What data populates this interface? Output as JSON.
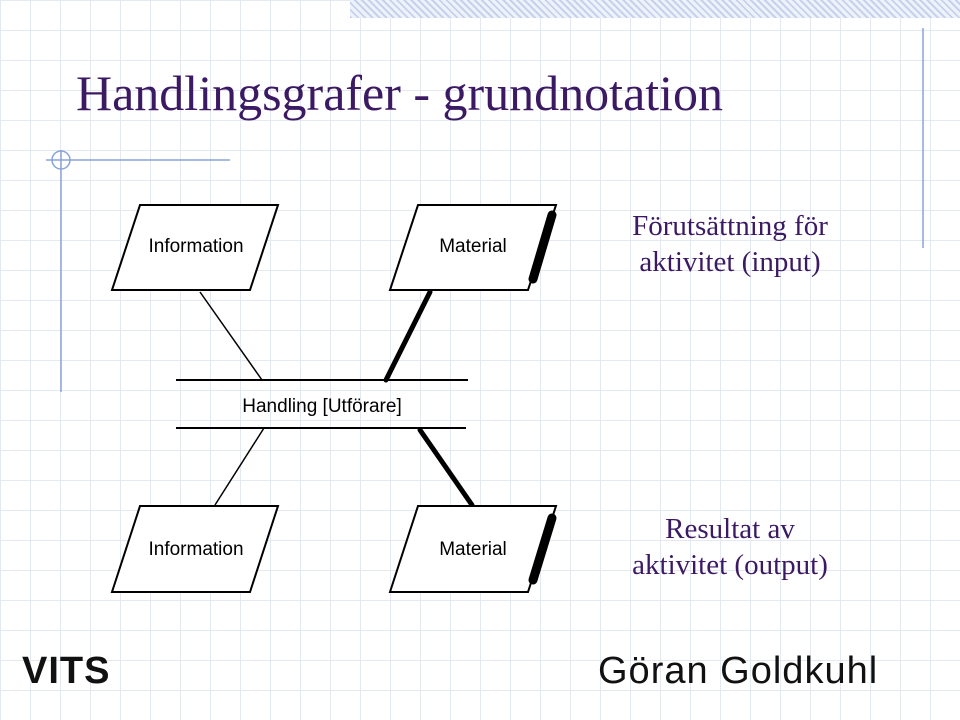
{
  "slide": {
    "title": "Handlingsgrafer - grundnotation",
    "title_color": "#3b1a63",
    "accent_color": "#8aa3d6",
    "input_caption": [
      "Förutsättning för",
      "aktivitet (input)"
    ],
    "output_caption": [
      "Resultat av",
      "aktivitet (output)"
    ],
    "caption_color": "#3b1a63",
    "footer_left": "VITS",
    "footer_right": "Göran Goldkuhl"
  },
  "diagram": {
    "top_information": "Information",
    "top_material": "Material",
    "action": "Handling [Utförare]",
    "bottom_information": "Information",
    "bottom_material": "Material"
  }
}
